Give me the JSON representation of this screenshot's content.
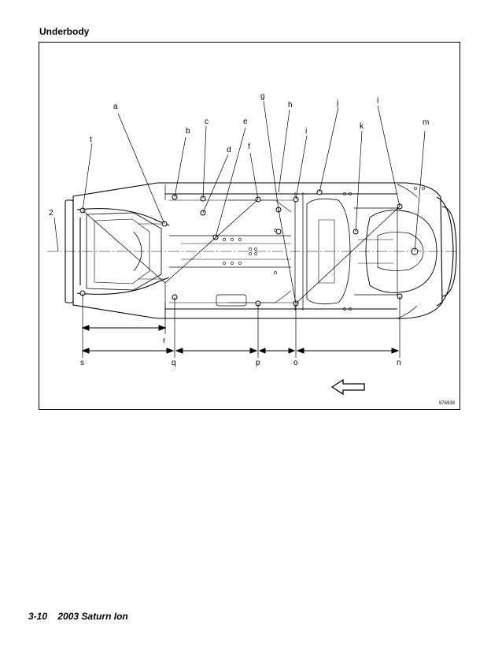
{
  "header": {
    "title": "Underbody"
  },
  "figure": {
    "id": "876938",
    "callouts": {
      "a": "a",
      "b": "b",
      "c": "c",
      "d": "d",
      "e": "e",
      "f": "f",
      "g": "g",
      "h": "h",
      "i": "i",
      "j": "j",
      "k": "k",
      "l": "l",
      "m": "m",
      "n": "n",
      "o": "o",
      "p": "p",
      "q": "q",
      "r": "r",
      "s": "s",
      "t": "t",
      "two": "2"
    }
  },
  "footer": {
    "page": "3-10",
    "title": "2003 Saturn Ion"
  }
}
